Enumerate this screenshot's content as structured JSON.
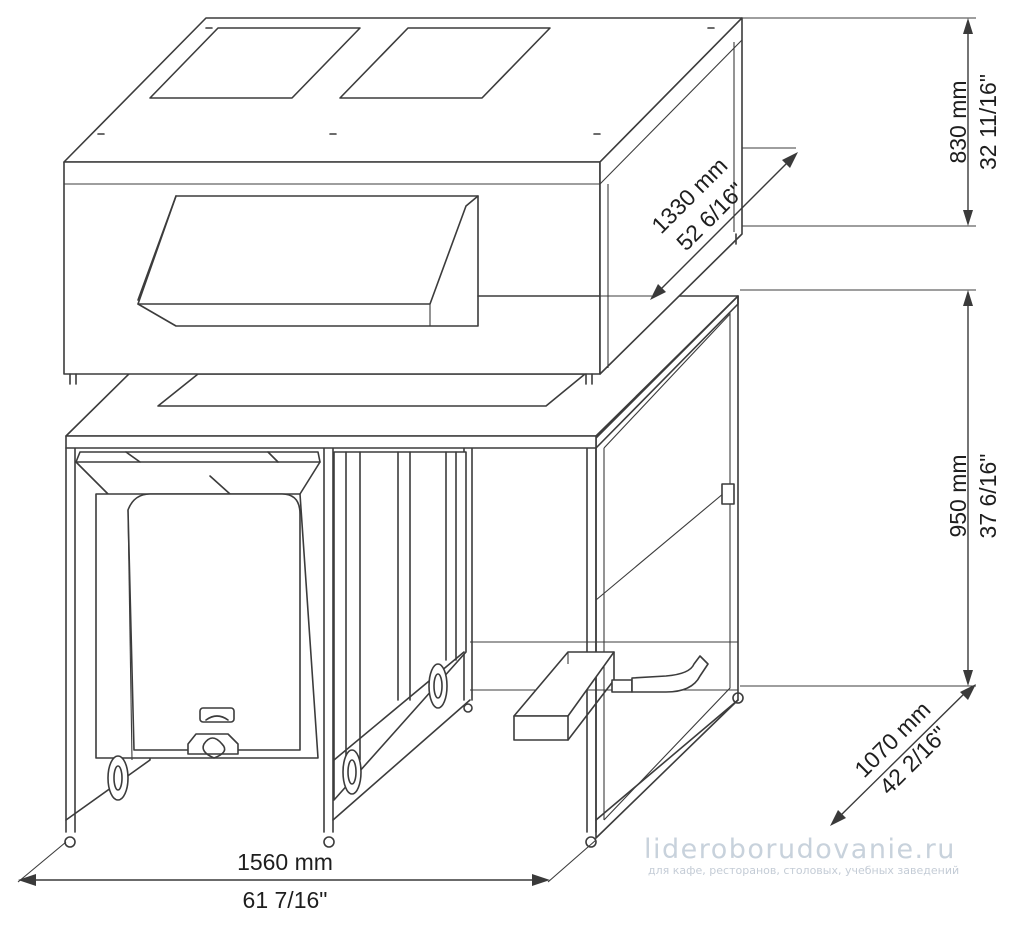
{
  "dimensions": {
    "height_top": {
      "mm": "830 mm",
      "inch": "32 11/16\""
    },
    "height_bottom": {
      "mm": "950 mm",
      "inch": "37 6/16\""
    },
    "depth_top": {
      "mm": "1330 mm",
      "inch": "52 6/16\""
    },
    "depth_bottom": {
      "mm": "1070 mm",
      "inch": "42 2/16\""
    },
    "width": {
      "mm": "1560 mm",
      "inch": "61 7/16\""
    }
  },
  "watermark": {
    "site": "lideroborudovanie.ru",
    "tagline": "для кафе, ресторанов, столовых, учебных заведений"
  },
  "colors": {
    "line": "#3c3c3c",
    "watermark": "#c8d2dc",
    "background": "#ffffff"
  }
}
